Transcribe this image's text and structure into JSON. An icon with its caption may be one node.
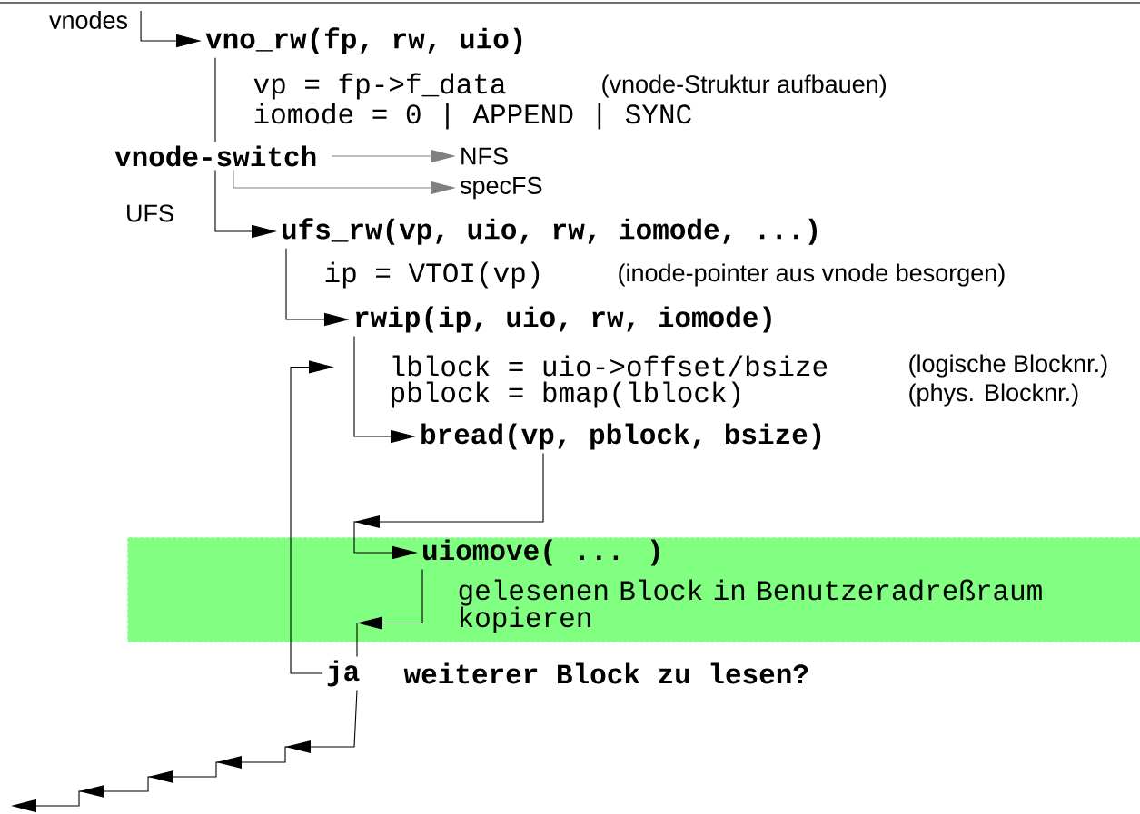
{
  "diagram": {
    "nodes": [
      {
        "text": [
          "vnodes"
        ]
      },
      {
        "text": [
          "vno_rw(fp, rw, uio)"
        ]
      },
      {
        "text": [
          "vnode-switch"
        ]
      },
      {
        "text": [
          "NFS"
        ]
      },
      {
        "text": [
          "specFS"
        ]
      },
      {
        "text": [
          "ufs_rw(vp, uio, rw, iomode, ...)"
        ]
      },
      {
        "text": [
          "rwip(ip, uio, rw, iomode)"
        ]
      },
      {
        "text": [
          "bread(vp, pblock, bsize)"
        ]
      },
      {
        "text": [],
        "shape": "band"
      },
      {
        "text": [
          "uiomove( ... )"
        ],
        "in": 8
      },
      {
        "text": [
          "ja"
        ]
      }
    ],
    "edges": [
      {
        "from": 0,
        "to": 1,
        "arrow": "to"
      },
      {
        "from": 1,
        "to": 2,
        "arrow": "none"
      },
      {
        "from": 2,
        "to": 3,
        "arrow": "to",
        "color": "#808080"
      },
      {
        "from": 2,
        "to": 4,
        "arrow": "to",
        "color": "#808080"
      },
      {
        "from": 2,
        "to": 5,
        "arrow": "to",
        "label": "UFS"
      },
      {
        "from": 5,
        "to": 6,
        "arrow": "to"
      },
      {
        "from": 6,
        "to": 7,
        "arrow": "to"
      },
      {
        "from": 7,
        "to": 9,
        "arrow": "to"
      },
      {
        "from": 9,
        "to": 10,
        "arrow": "to"
      },
      {
        "from": 10,
        "to": 6,
        "arrow": "to"
      },
      {
        "from": 10,
        "to": null,
        "arrow": "to"
      }
    ],
    "labels": [
      "vp = fp->f_data",
      "(vnode-Struktur aufbauen)",
      "iomode = 0 | APPEND | SYNC",
      "ip = VTOI(vp)",
      "(inode-pointer aus vnode besorgen)",
      "lblock = uio->offset/bsize",
      "(logische Blocknr.)",
      "pblock = bmap(lblock)",
      "(phys. Blocknr.)",
      "gelesenen Block in Benutzeradreßraum kopieren",
      "weiterer Block zu lesen?"
    ]
  }
}
